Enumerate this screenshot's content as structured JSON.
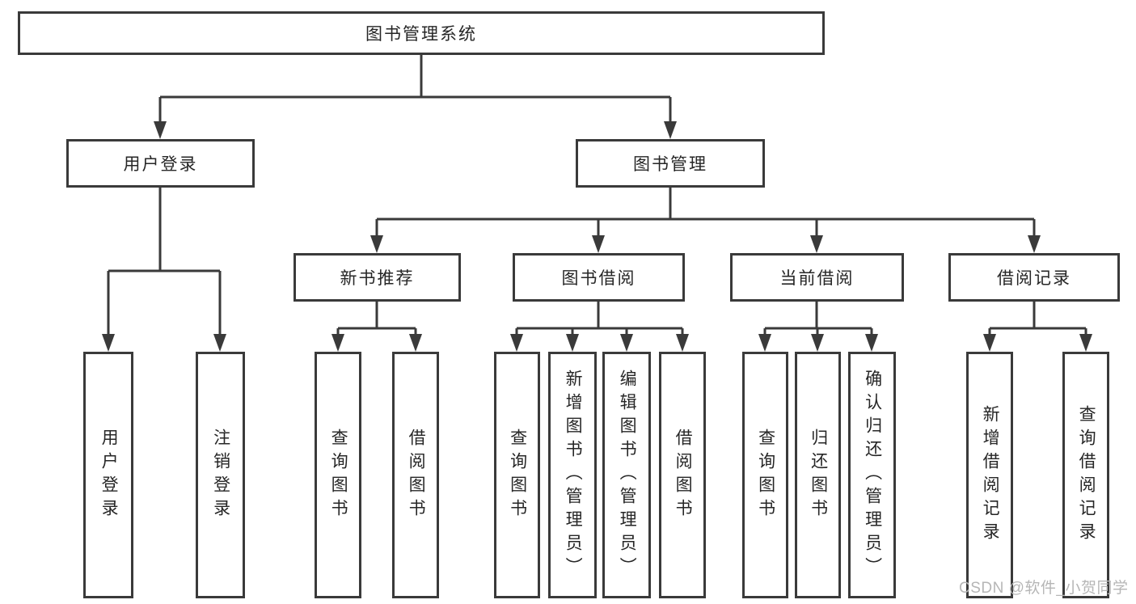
{
  "tree": {
    "label": "图书管理系统",
    "children": [
      {
        "label": "用户登录",
        "children": [
          {
            "label": "用户登录"
          },
          {
            "label": "注销登录"
          }
        ]
      },
      {
        "label": "图书管理",
        "children": [
          {
            "label": "新书推荐",
            "children": [
              {
                "label": "查询图书"
              },
              {
                "label": "借阅图书"
              }
            ]
          },
          {
            "label": "图书借阅",
            "children": [
              {
                "label": "查询图书"
              },
              {
                "label": "新增图书（管理员）"
              },
              {
                "label": "编辑图书（管理员）"
              },
              {
                "label": "借阅图书"
              }
            ]
          },
          {
            "label": "当前借阅",
            "children": [
              {
                "label": "查询图书"
              },
              {
                "label": "归还图书"
              },
              {
                "label": "确认归还（管理员）"
              }
            ]
          },
          {
            "label": "借阅记录",
            "children": [
              {
                "label": "新增借阅记录"
              },
              {
                "label": "查询借阅记录"
              }
            ]
          }
        ]
      }
    ]
  },
  "watermark": "CSDN @软件_小贺同学",
  "colors": {
    "line": "#3a3a3a",
    "box_border": "#3a3a3a",
    "box_background": "#ffffff",
    "text": "#262626",
    "watermark": "#b6b6b6",
    "page_background": "#ffffff"
  }
}
